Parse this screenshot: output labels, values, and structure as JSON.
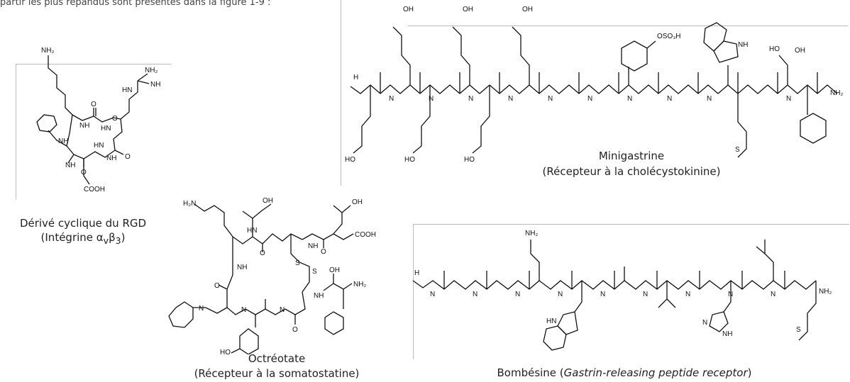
{
  "cutoff_text": "partir les plus répandus sont présentés dans la figure 1-9 :",
  "molecules": [
    {
      "id": "rgd",
      "caption_line1": "Dérivé cyclique du RGD",
      "caption_line2_pre": "(Intégrine α",
      "caption_sub1": "v",
      "caption_mid": "β",
      "caption_sub2": "3",
      "caption_post": ")",
      "atoms": [
        "NH₂",
        "NH₂",
        "HN",
        "NH",
        "NH",
        "HN",
        "NH",
        "O",
        "O",
        "HN",
        "NH",
        "O",
        "O",
        "NH",
        "COOH"
      ]
    },
    {
      "id": "minigastrin",
      "caption_line1": "Minigastrine",
      "caption_line2": "(Récepteur à la cholécystokinine)",
      "atoms": [
        "OH",
        "OH",
        "OH",
        "OSO₃H",
        "NH",
        "HO",
        "OH",
        "H",
        "N",
        "N",
        "N",
        "N",
        "N",
        "N",
        "N",
        "N",
        "N",
        "N",
        "NH₂",
        "HO",
        "HO",
        "HO",
        "S"
      ]
    },
    {
      "id": "octreotate",
      "caption_line1": "Octréotate",
      "caption_line2": "(Récepteur à la somatostatine)",
      "atoms": [
        "H₂N",
        "OH",
        "OH",
        "HN",
        "NH",
        "COOH",
        "S",
        "S",
        "NH",
        "OH",
        "NH₂",
        "NH",
        "N",
        "N",
        "N",
        "HO",
        "O",
        "O",
        "O",
        "O"
      ]
    },
    {
      "id": "bombesin",
      "caption_pre": "Bombésine (",
      "caption_italic": "Gastrin-releasing peptide receptor",
      "caption_post": ")",
      "atoms": [
        "NH₂",
        "H",
        "N",
        "N",
        "N",
        "N",
        "N",
        "N",
        "N",
        "N",
        "N",
        "NH₂",
        "HN",
        "N",
        "NH",
        "S"
      ]
    }
  ]
}
